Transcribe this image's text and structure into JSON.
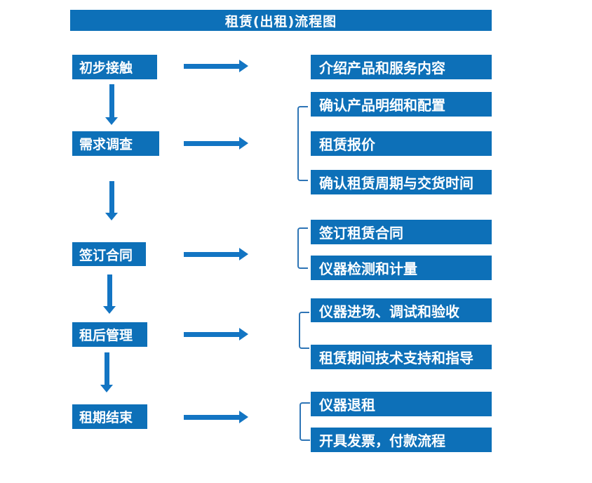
{
  "title": "租赁(出租)流程图",
  "colors": {
    "box_blue": "#0d70b8",
    "arrow_blue": "#1375c3",
    "bracket_blue": "#2e75b6",
    "text": "#ffffff"
  },
  "steps": [
    {
      "label": "初步接触",
      "outputs": [
        "介绍产品和服务内容"
      ]
    },
    {
      "label": "需求调查",
      "outputs": [
        "确认产品明细和配置",
        "租赁报价",
        "确认租赁周期与交货时间"
      ]
    },
    {
      "label": "签订合同",
      "outputs": [
        "签订租赁合同",
        "仪器检测和计量"
      ]
    },
    {
      "label": "租后管理",
      "outputs": [
        "仪器进场、调试和验收",
        "租赁期间技术支持和指导"
      ]
    },
    {
      "label": "租期结束",
      "outputs": [
        "仪器退租",
        "开具发票，付款流程"
      ]
    }
  ]
}
